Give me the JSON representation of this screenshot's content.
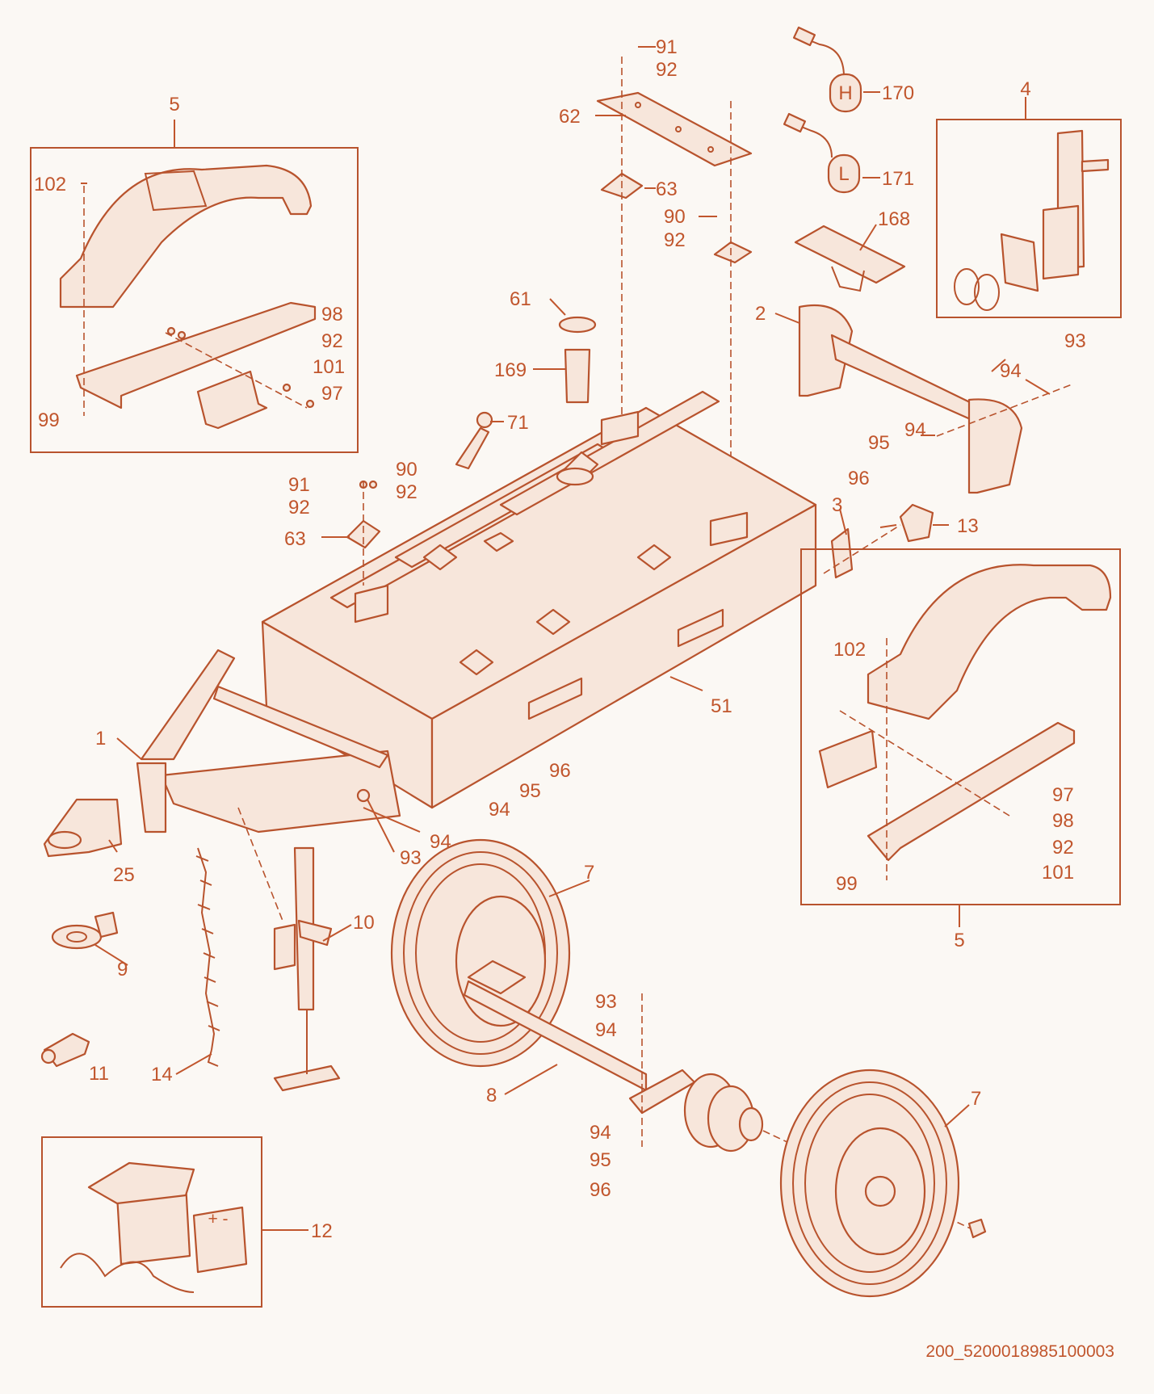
{
  "callouts": {
    "c1": "1",
    "c2": "2",
    "c3": "3",
    "c4": "4",
    "c5_top": "5",
    "c5_right": "5",
    "c7_left": "7",
    "c7_right": "7",
    "c8": "8",
    "c9": "9",
    "c10": "10",
    "c11": "11",
    "c12": "12",
    "c13": "13",
    "c14": "14",
    "c25": "25",
    "c51": "51",
    "c61": "61",
    "c62": "62",
    "c63_top": "63",
    "c63_left": "63",
    "c71": "71",
    "c90_top": "90",
    "c90_left": "90",
    "c91_top": "91",
    "c91_left": "91",
    "c92_top": "92",
    "c92_mid": "92",
    "c92_left_a": "92",
    "c92_left_b": "92",
    "c92_box5a": "92",
    "c92_box5b": "92",
    "c93_right": "93",
    "c93_front": "93",
    "c93_axle": "93",
    "c94_right_a": "94",
    "c94_right_b": "94",
    "c94_frame": "94",
    "c94_front": "94",
    "c94_axle_a": "94",
    "c94_axle_b": "94",
    "c95_right": "95",
    "c95_frame": "95",
    "c95_axle": "95",
    "c96_right": "96",
    "c96_frame": "96",
    "c96_axle": "96",
    "c97_a": "97",
    "c97_b": "97",
    "c98_a": "98",
    "c98_b": "98",
    "c99_a": "99",
    "c99_b": "99",
    "c101_a": "101",
    "c101_b": "101",
    "c102_a": "102",
    "c102_b": "102",
    "c168": "168",
    "c169": "169",
    "c170": "170",
    "c171": "171"
  },
  "harness_letters": {
    "high": "H",
    "low": "L"
  },
  "battery_mark": "+ -",
  "figure_code": "200_5200018985100003"
}
